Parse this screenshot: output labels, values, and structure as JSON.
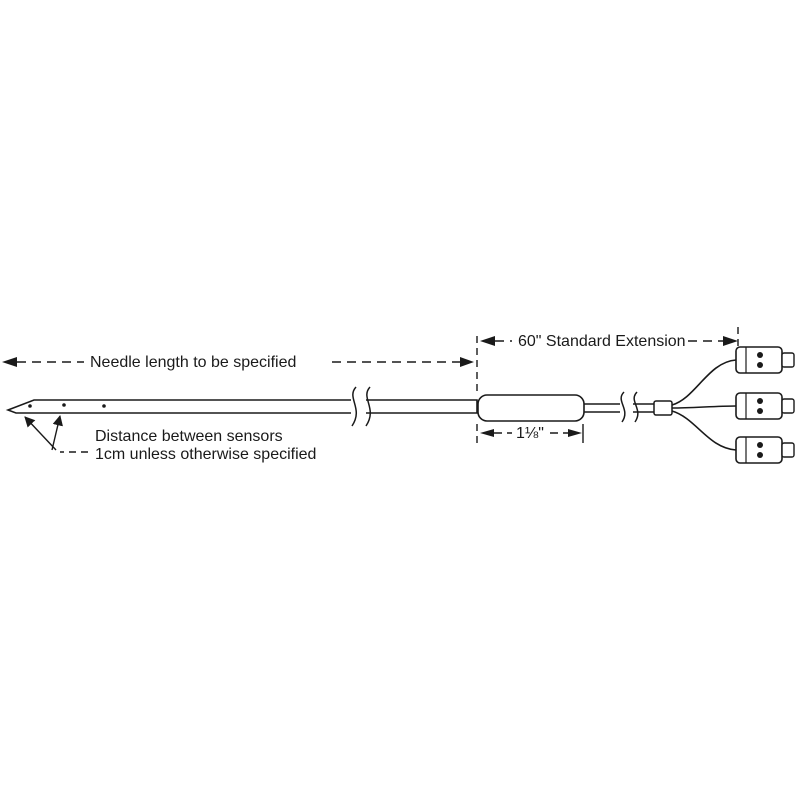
{
  "diagram": {
    "type": "technical-line-drawing",
    "subject": "multi-sensor needle probe with three thermocouple connectors",
    "labels": {
      "needle_length": "Needle length to be specified",
      "extension": "60\" Standard Extension",
      "handle_dim": "1⅛\"",
      "sensor_note_line1": "Distance between sensors",
      "sensor_note_line2": "1cm unless otherwise specified"
    },
    "parts": {
      "probe": "needle-probe",
      "handle": "probe-handle",
      "cable": "extension-cable",
      "connector_count": "3"
    },
    "colors": {
      "line": "#1a1a1a",
      "background": "#ffffff"
    }
  }
}
